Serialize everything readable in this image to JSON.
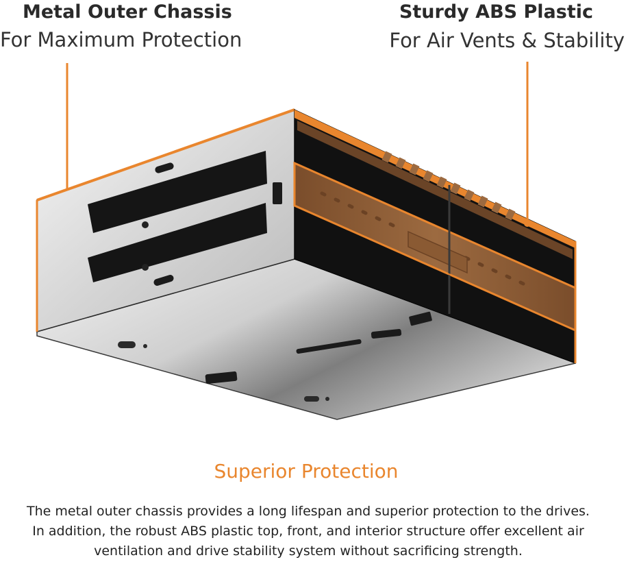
{
  "callouts": {
    "left": {
      "title": "Metal Outer Chassis",
      "subtitle": "For Maximum Protection"
    },
    "right": {
      "title": "Sturdy ABS Plastic",
      "subtitle": "For Air Vents & Stability"
    }
  },
  "section": {
    "heading": "Superior Protection",
    "description": "The metal outer chassis provides a long lifespan and superior protection to the drives. In addition, the robust ABS plastic top, front, and interior structure offer excellent air ventilation and drive stability system without sacrificing strength."
  },
  "colors": {
    "accent": "#e9862e",
    "plastic": "#8a5a33",
    "metal": "#d9d9d9",
    "text": "#222222"
  },
  "icons": {
    "pointer_dot": "callout-dot-icon"
  }
}
